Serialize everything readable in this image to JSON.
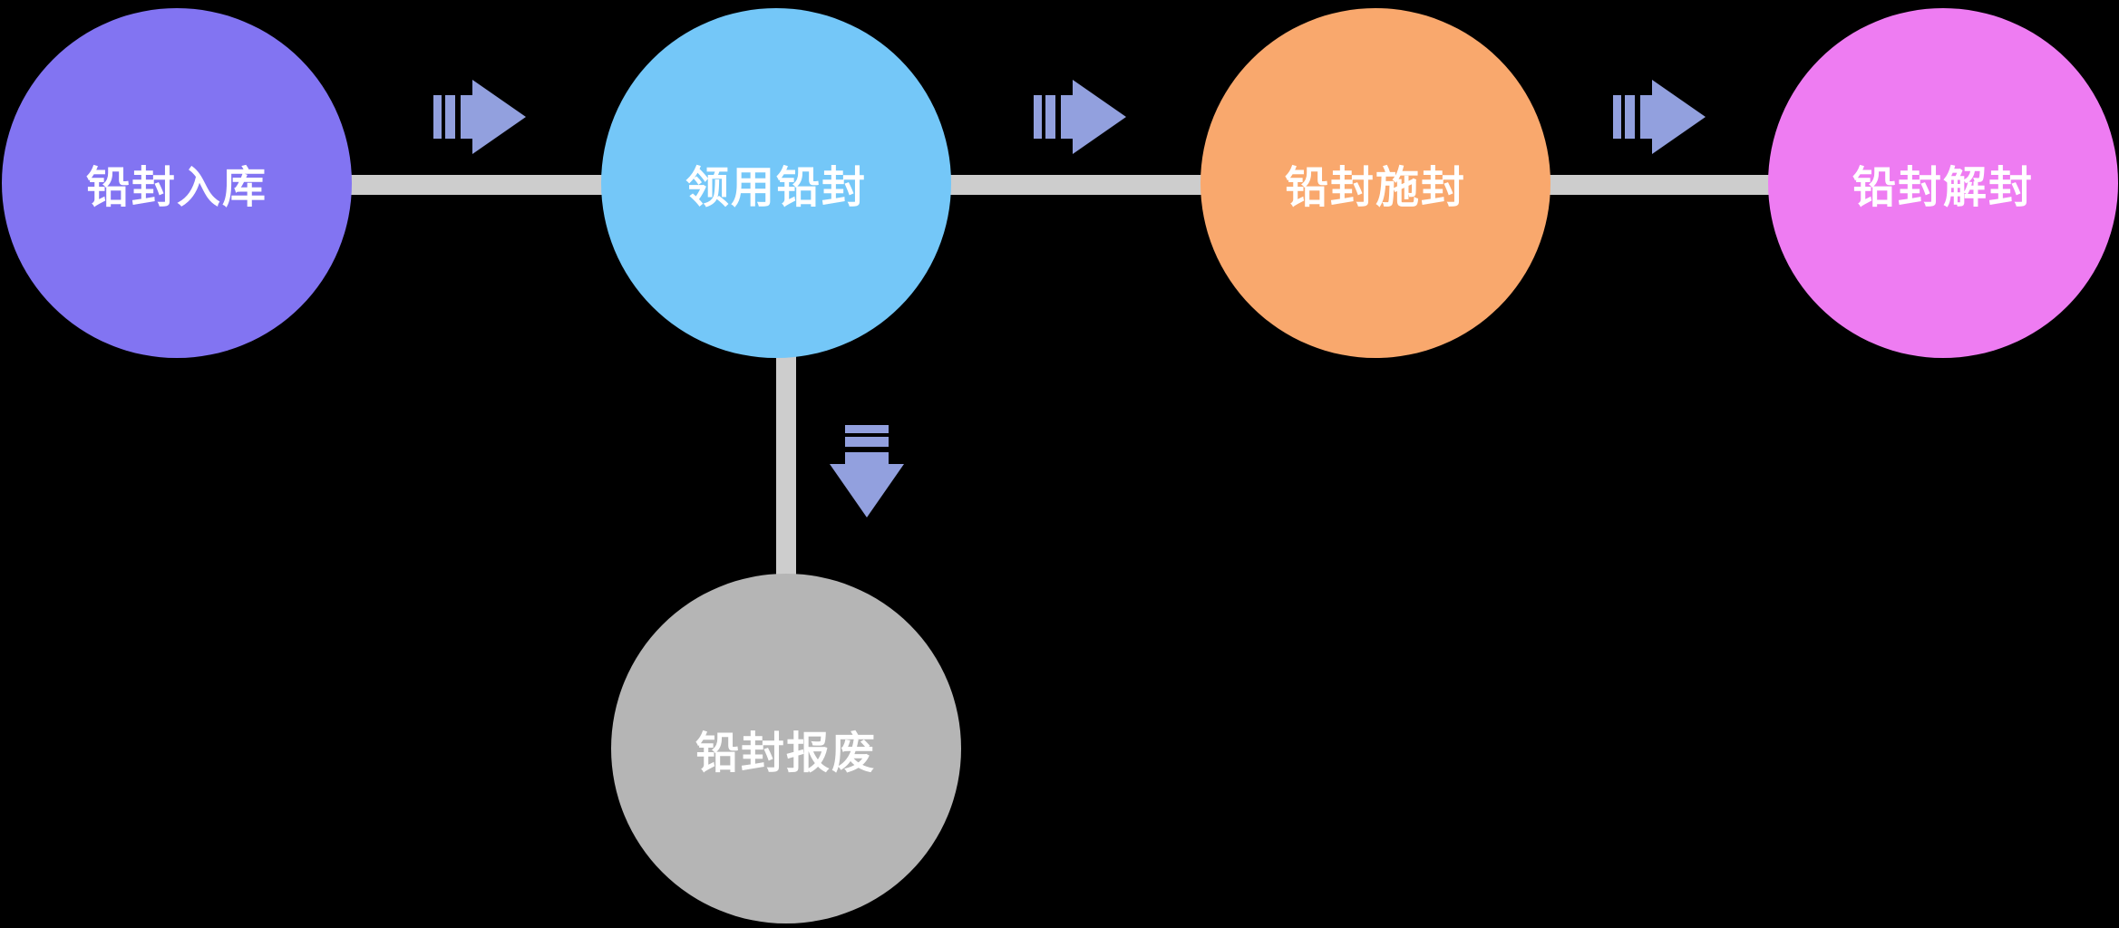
{
  "diagram": {
    "background_color": "#000000",
    "connector_color": "#cdcdcd",
    "arrow_color": "#92a0de",
    "label_color": "#ffffff",
    "nodes": [
      {
        "id": "seal-inbound",
        "label": "铅封入库",
        "color": "#8274f2"
      },
      {
        "id": "seal-checkout",
        "label": "领用铅封",
        "color": "#74c7f8"
      },
      {
        "id": "seal-apply",
        "label": "铅封施封",
        "color": "#f9a86d"
      },
      {
        "id": "seal-release",
        "label": "铅封解封",
        "color": "#ee7cf2"
      },
      {
        "id": "seal-scrap",
        "label": "铅封报废",
        "color": "#b5b5b5"
      }
    ],
    "icons": {
      "right_arrow": "fast-forward-right-arrow",
      "down_arrow": "fast-forward-down-arrow"
    }
  }
}
